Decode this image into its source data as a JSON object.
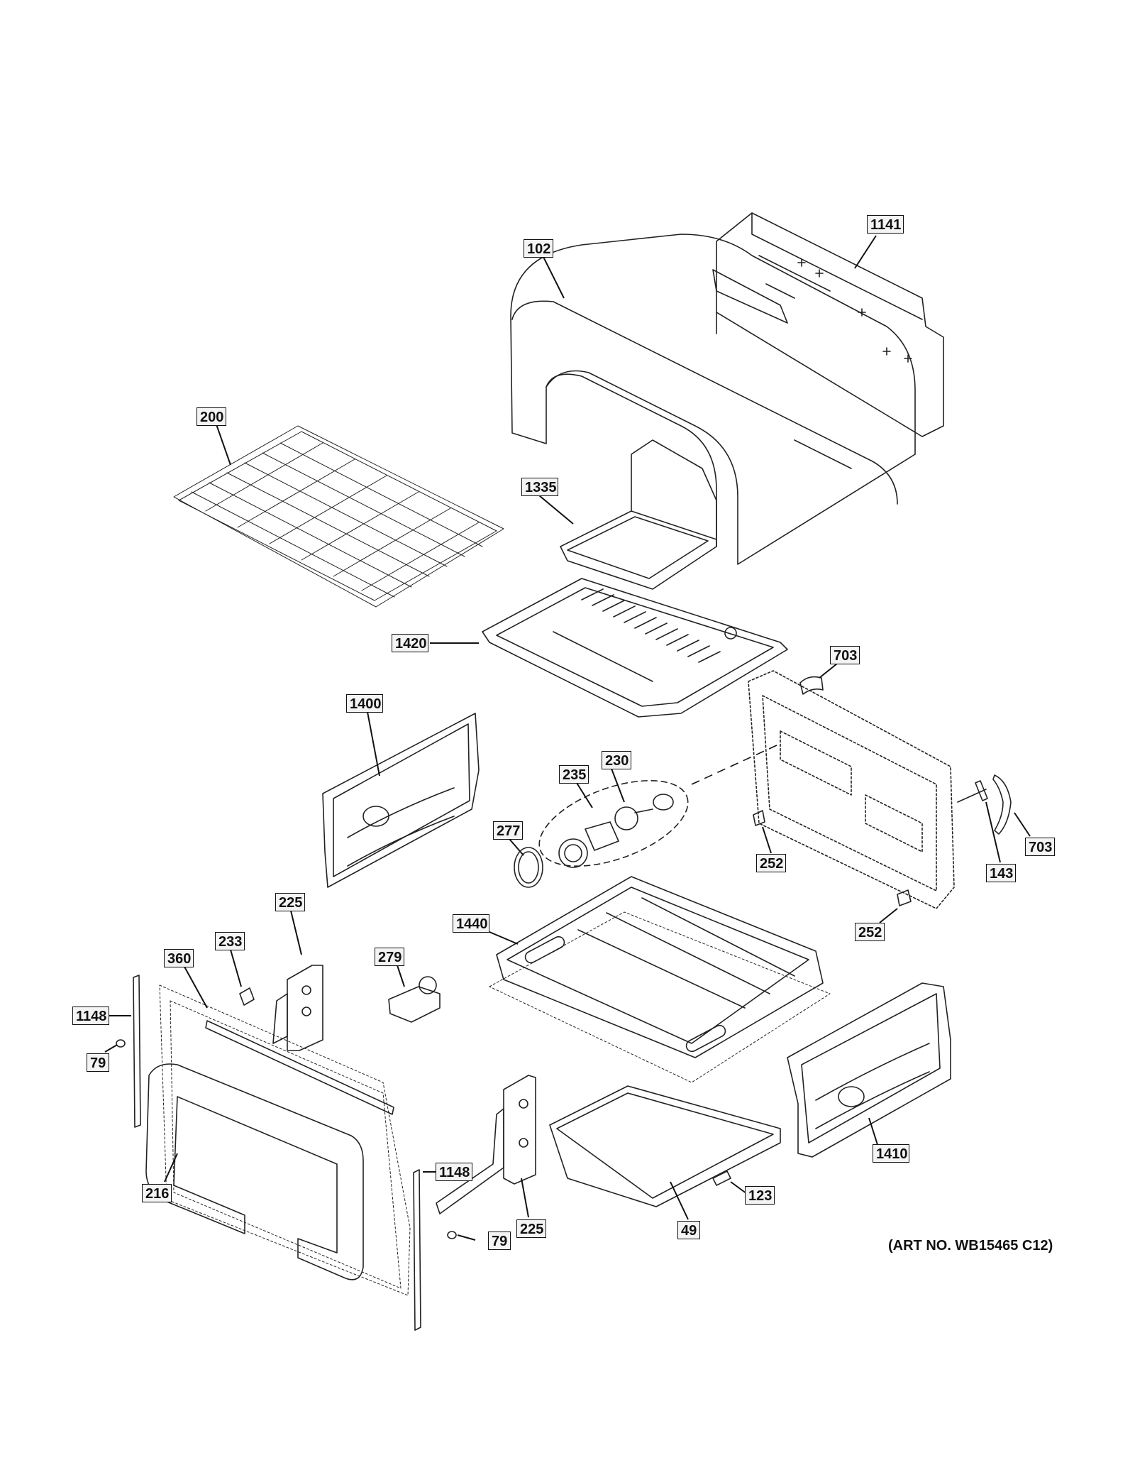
{
  "diagram": {
    "art_number": "(ART NO. WB15465 C12)",
    "callouts": [
      {
        "id": "c1141",
        "label": "1141"
      },
      {
        "id": "c102",
        "label": "102"
      },
      {
        "id": "c200",
        "label": "200"
      },
      {
        "id": "c1335",
        "label": "1335"
      },
      {
        "id": "c1420",
        "label": "1420"
      },
      {
        "id": "c703a",
        "label": "703"
      },
      {
        "id": "c1400",
        "label": "1400"
      },
      {
        "id": "c235",
        "label": "235"
      },
      {
        "id": "c230",
        "label": "230"
      },
      {
        "id": "c277",
        "label": "277"
      },
      {
        "id": "c252a",
        "label": "252"
      },
      {
        "id": "c143",
        "label": "143"
      },
      {
        "id": "c703b",
        "label": "703"
      },
      {
        "id": "c252b",
        "label": "252"
      },
      {
        "id": "c225a",
        "label": "225"
      },
      {
        "id": "c1440",
        "label": "1440"
      },
      {
        "id": "c233",
        "label": "233"
      },
      {
        "id": "c360",
        "label": "360"
      },
      {
        "id": "c279",
        "label": "279"
      },
      {
        "id": "c1148a",
        "label": "1148"
      },
      {
        "id": "c79a",
        "label": "79"
      },
      {
        "id": "c1148b",
        "label": "1148"
      },
      {
        "id": "c216",
        "label": "216"
      },
      {
        "id": "c225b",
        "label": "225"
      },
      {
        "id": "c79b",
        "label": "79"
      },
      {
        "id": "c49",
        "label": "49"
      },
      {
        "id": "c123",
        "label": "123"
      },
      {
        "id": "c1410",
        "label": "1410"
      }
    ]
  }
}
